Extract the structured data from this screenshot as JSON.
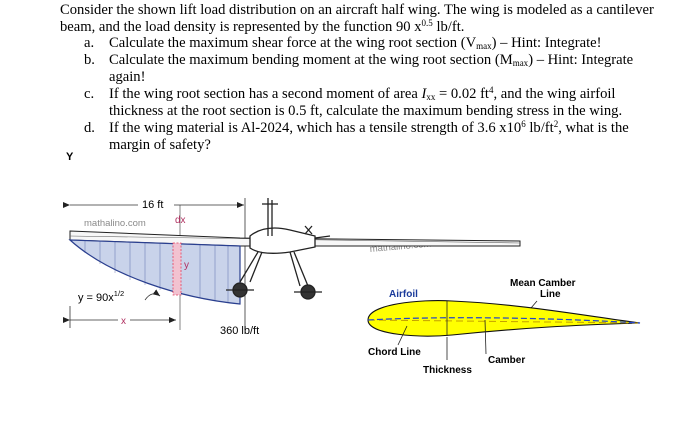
{
  "intro": {
    "text": "Consider the shown lift load distribution on an aircraft half wing. The wing is modeled as a cantilever beam, and the load density is represented by the function",
    "func_base": "90 x",
    "func_exp": "0.5",
    "func_unit": "lb/ft."
  },
  "questions": [
    {
      "label": "a.",
      "pre": "Calculate the maximum shear force at the wing root section (V",
      "sub": "max",
      "post": ") – Hint: Integrate!"
    },
    {
      "label": "b.",
      "pre": "Calculate the maximum bending moment at the wing root section (M",
      "sub": "max",
      "post": ") – Hint: Integrate again!"
    },
    {
      "label": "c.",
      "pre": "If the wing root section has a second moment of area",
      "ivar": "I",
      "isub": "xx",
      "mid": "= 0.02 ft",
      "sup": "4",
      "post": ", and the wing airfoil thickness at the root section is 0.5 ft, calculate the maximum bending stress in the wing."
    },
    {
      "label": "d.",
      "pre": "If the wing material is Al-2024, which has a tensile strength of 3.6 x10",
      "sup": "6",
      "mid": " lb/ft",
      "sup2": "2",
      "post": ", what is the margin of safety?"
    }
  ],
  "figure": {
    "y_axis": "Y",
    "span": "16 ft",
    "watermark1": "mathalino.com",
    "watermark2": "mathalino.com",
    "dx": "dx",
    "y_small": "y",
    "eq_base": "y = 90x",
    "eq_exp": "1/2",
    "x_label": "x",
    "root_load": "360 lb/ft",
    "airfoil": "Airfoil",
    "mean_camber": "Mean Camber",
    "mean_camber2": "Line",
    "chord": "Chord Line",
    "thickness": "Thickness",
    "camber": "Camber"
  },
  "colors": {
    "load_fill": "#c9d3ea",
    "load_edge": "#2a3f8f",
    "airfoil_fill": "#ffff00",
    "camber_line": "#2244cc",
    "strip": "#e04060",
    "watermark": "#8a8a8a"
  }
}
